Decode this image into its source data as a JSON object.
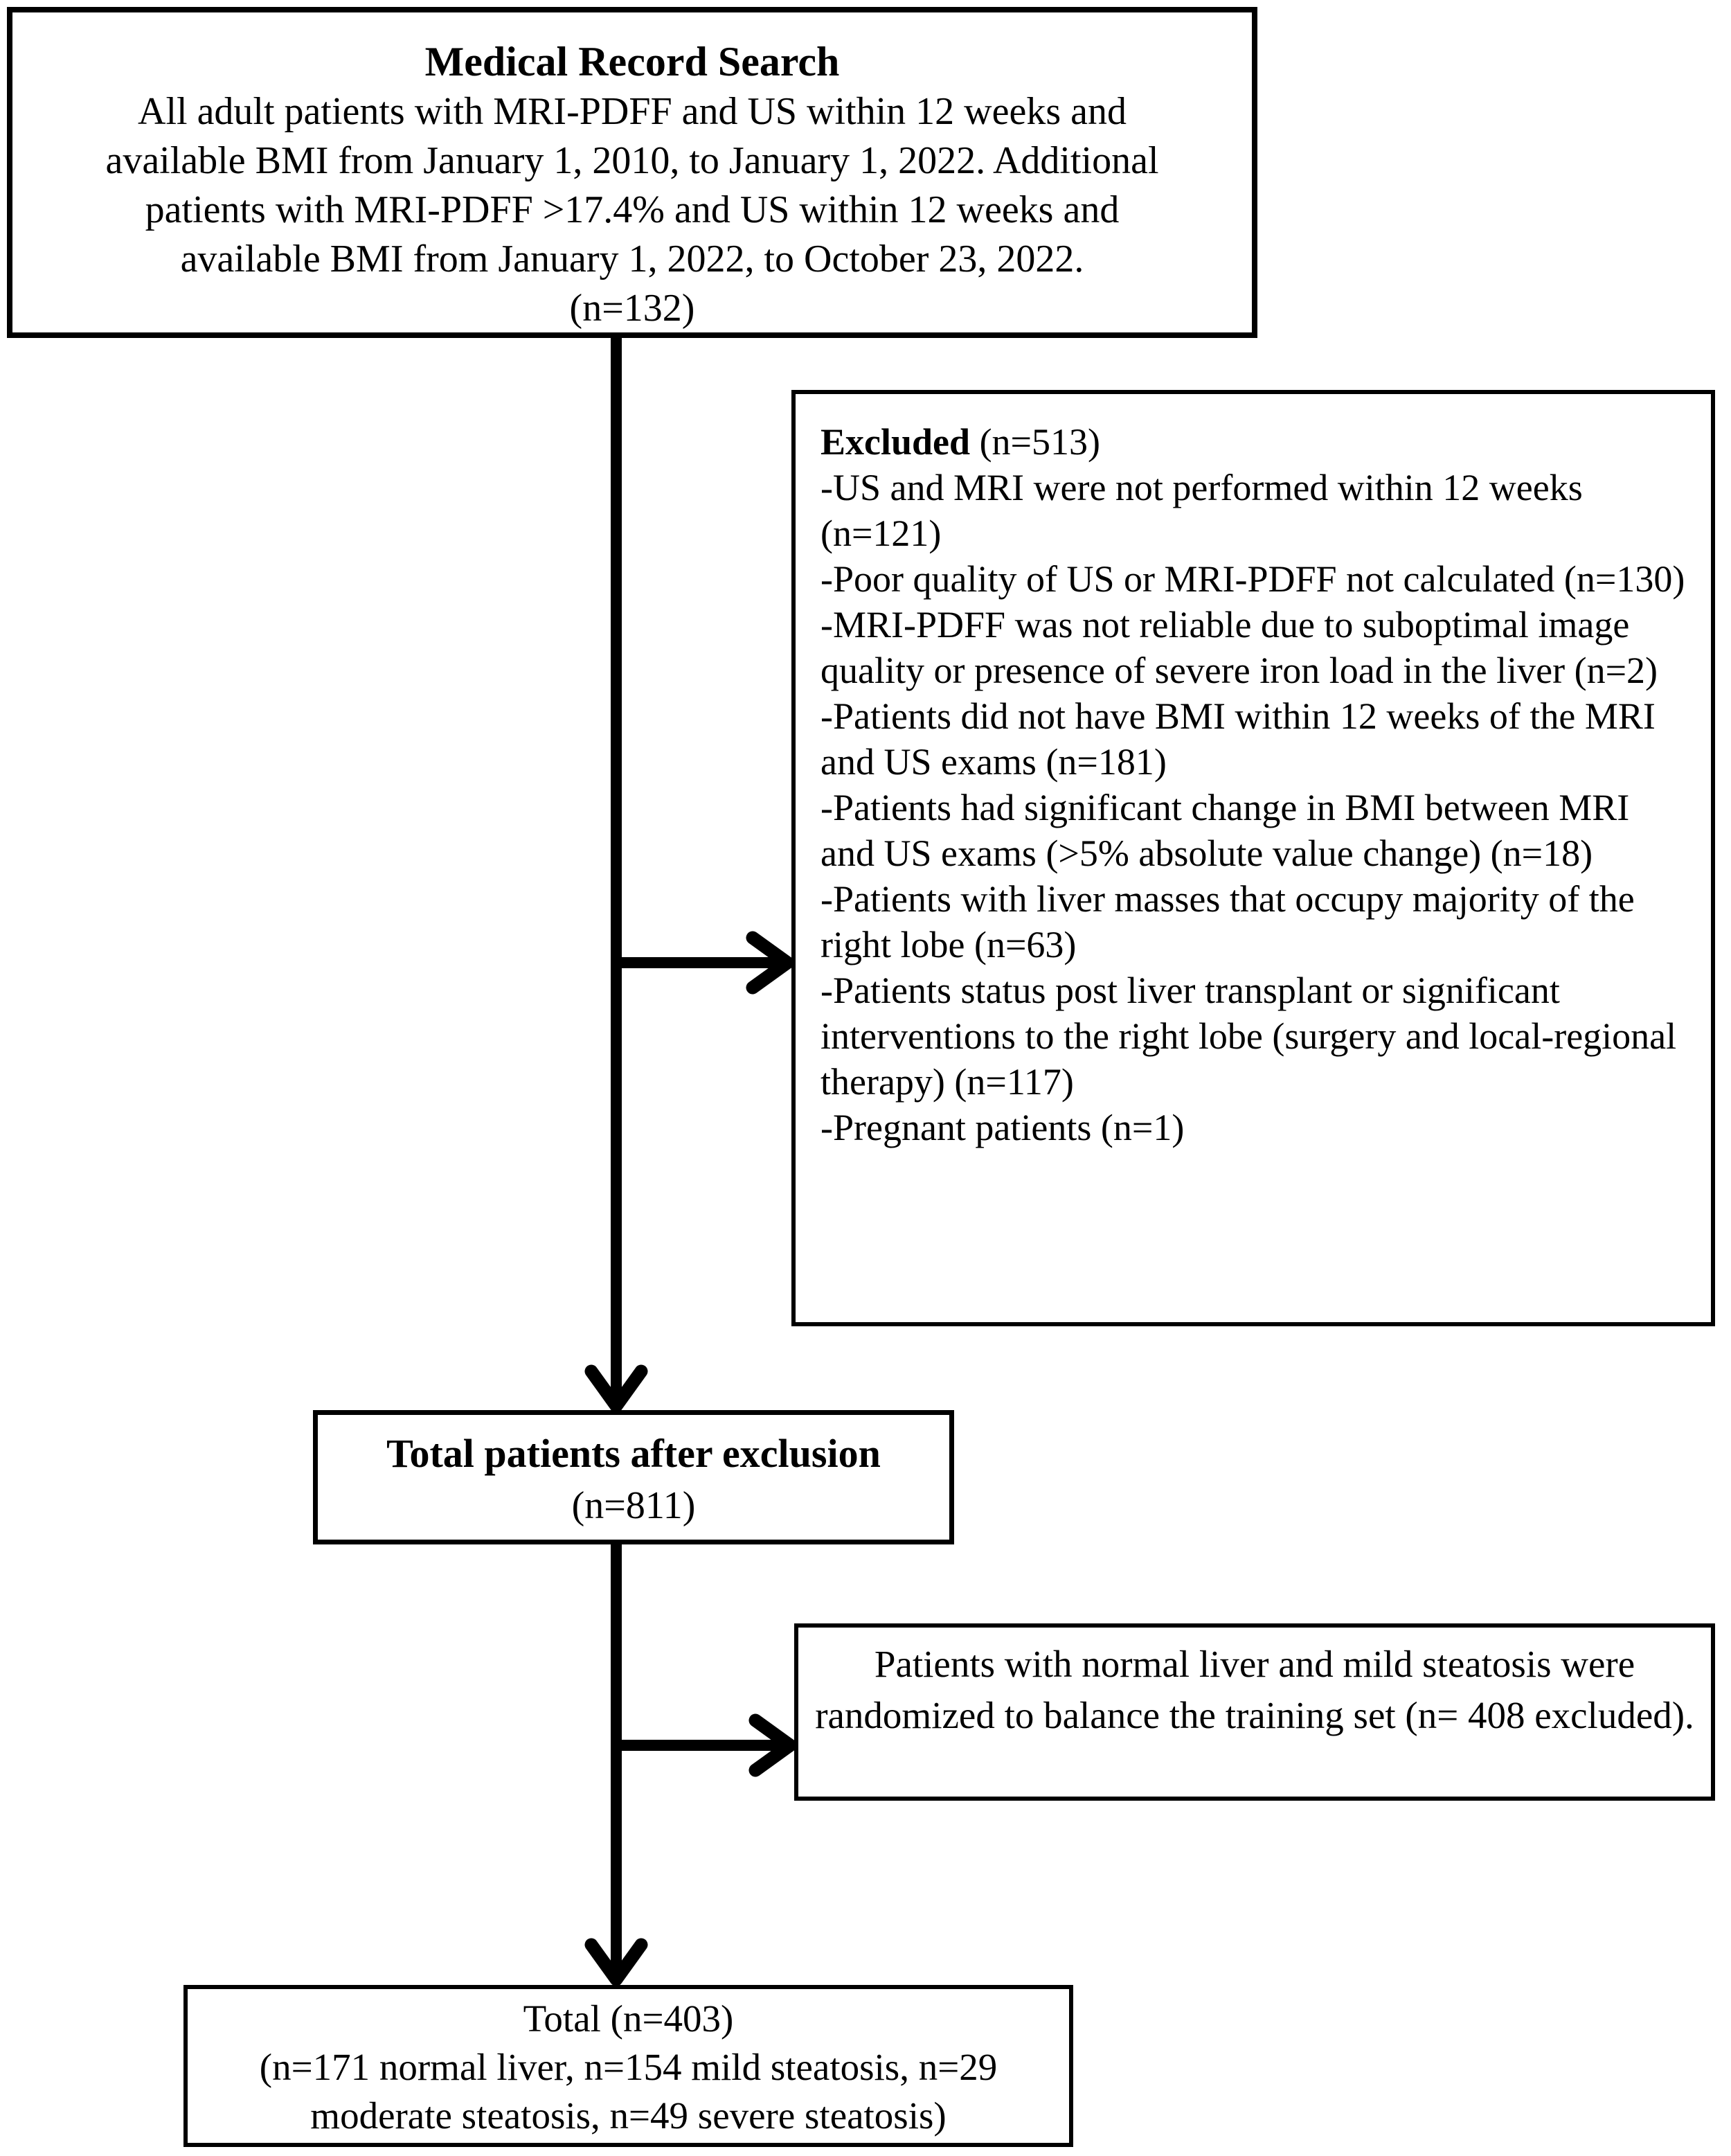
{
  "figure": {
    "colors": {
      "ink": "#000000",
      "paper": "#ffffff"
    },
    "medical_record_search": {
      "title": "Medical Record Search",
      "body_lines": [
        "All adult patients with MRI-PDFF and US within 12 weeks and",
        "available BMI from January 1, 2010, to January 1, 2022. Additional",
        "patients with MRI-PDFF >17.4% and US within 12 weeks and",
        "available BMI from January 1, 2022, to October 23, 2022.",
        "(n=132)"
      ]
    },
    "excluded": {
      "heading_bold": "Excluded",
      "heading_rest": " (n=513)",
      "items": [
        "-US and MRI were not performed within 12 weeks (n=121)",
        "-Poor quality of US or MRI-PDFF not calculated (n=130)",
        "-MRI-PDFF was not reliable due to suboptimal image quality or presence of severe iron load in the liver (n=2)",
        "-Patients did not have BMI within 12 weeks of the MRI and US exams (n=181)",
        "-Patients had significant change in BMI between MRI and US exams (>5% absolute value change) (n=18)",
        "-Patients with liver masses that occupy majority of the right lobe (n=63)",
        "-Patients status post liver transplant or significant interventions to the right lobe (surgery and local-regional therapy) (n=117)",
        "-Pregnant patients (n=1)"
      ]
    },
    "total_after_exclusion": {
      "title": "Total patients after exclusion",
      "n": "(n=811)"
    },
    "randomization_note": {
      "text": "Patients with normal liver and mild steatosis were randomized to balance the training set (n= 408 excluded)."
    },
    "final_total": {
      "line1": "Total (n=403)",
      "line2": "(n=171 normal liver, n=154 mild steatosis, n=29 moderate steatosis, n=49 severe steatosis)"
    }
  }
}
